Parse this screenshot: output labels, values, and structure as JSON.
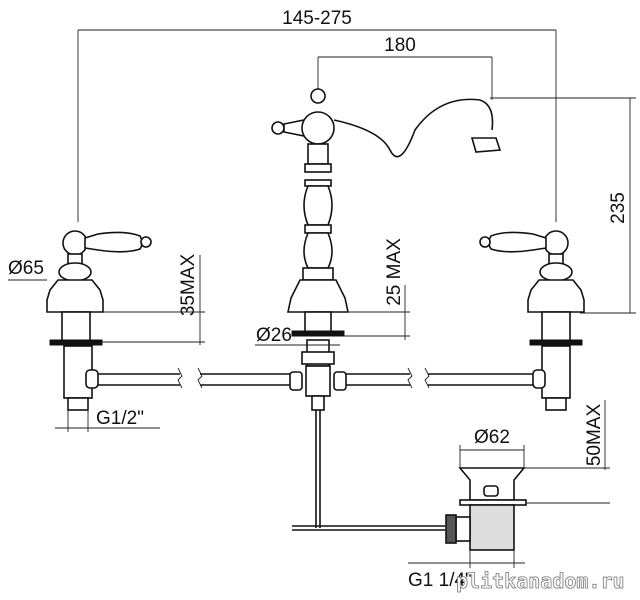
{
  "dimensions": {
    "overall_width": "145-275",
    "spout_reach": "180",
    "spout_height": "235",
    "handle_base_diameter": "Ø65",
    "handle_deck_thickness": "35MAX",
    "spout_deck_thickness": "25 MAX",
    "spout_shank_diameter": "Ø26",
    "inlet_thread": "G1/2\"",
    "drain_deck_thickness": "50MAX",
    "drain_flange_diameter": "Ø62",
    "drain_thread": "G1 1/4\""
  },
  "watermark": "plitkanadom.ru"
}
